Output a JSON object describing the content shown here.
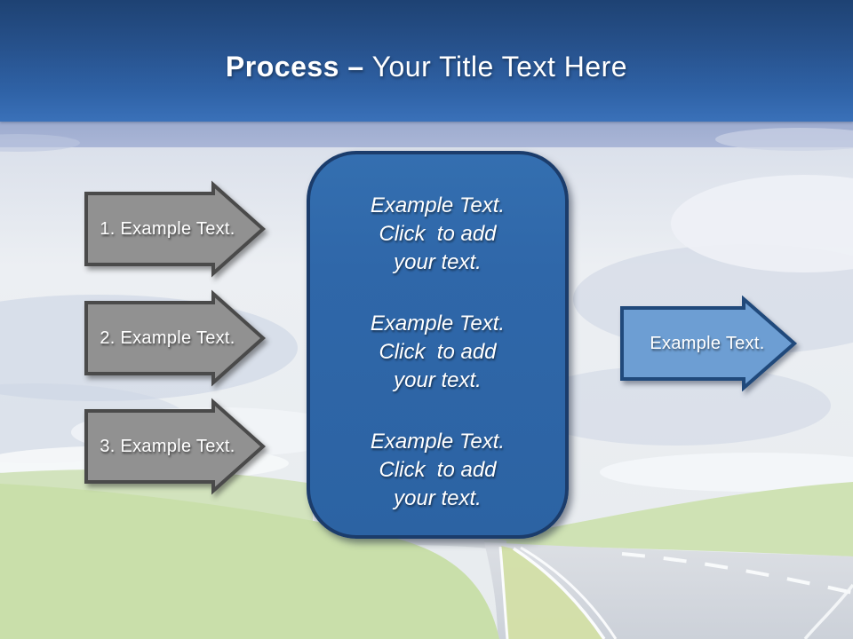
{
  "slide": {
    "title": {
      "emphasis": "Process –",
      "rest": "Your Title Text Here"
    }
  },
  "process_steps": [
    {
      "label": "1. Example Text."
    },
    {
      "label": "2. Example Text."
    },
    {
      "label": "3. Example Text."
    }
  ],
  "summary_box": {
    "paragraphs": [
      "Example Text.\nClick  to add\nyour text.",
      "Example Text.\nClick  to add\nyour text.",
      "Example Text.\nClick  to add\nyour text."
    ]
  },
  "result_arrow": {
    "label": "Example Text."
  },
  "colors": {
    "header_gradient_top": "#1e4273",
    "header_gradient_bottom": "#3a71b9",
    "sky_strip": "#a4b0d3",
    "box_fill": "#2f67a9",
    "box_border": "#1b3c6b",
    "gray_arrow_fill": "#919191",
    "gray_arrow_border": "#4a4a4a",
    "blue_arrow_fill": "#6d9ed3",
    "blue_arrow_border": "#20497b",
    "text": "#ffffff"
  }
}
